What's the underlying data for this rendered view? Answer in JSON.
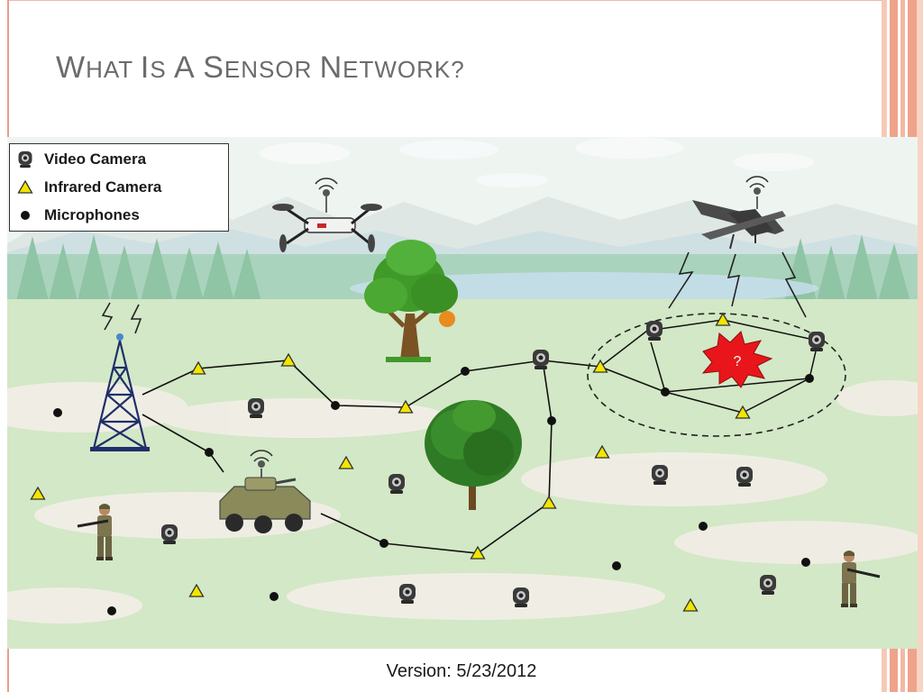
{
  "slide": {
    "title_parts": [
      "W",
      "HAT ",
      "I",
      "S ",
      "A ",
      "S",
      "ENSOR ",
      "N",
      "ETWORK?"
    ],
    "version": "Version: 5/23/2012"
  },
  "legend": {
    "items": [
      {
        "icon": "video-camera-icon",
        "label": "Video Camera"
      },
      {
        "icon": "infrared-camera-icon",
        "label": "Infrared Camera"
      },
      {
        "icon": "microphone-icon",
        "label": "Microphones"
      }
    ]
  },
  "diagram": {
    "alert_mark": "?",
    "colors": {
      "sky": "#eaf3ef",
      "grass": "#cfe6c3",
      "trees": "#8fc4a4",
      "infrared": "#f2e600",
      "microphone": "#111111",
      "alert": "#e8161a",
      "frame_accent": "#e9a08a"
    }
  }
}
